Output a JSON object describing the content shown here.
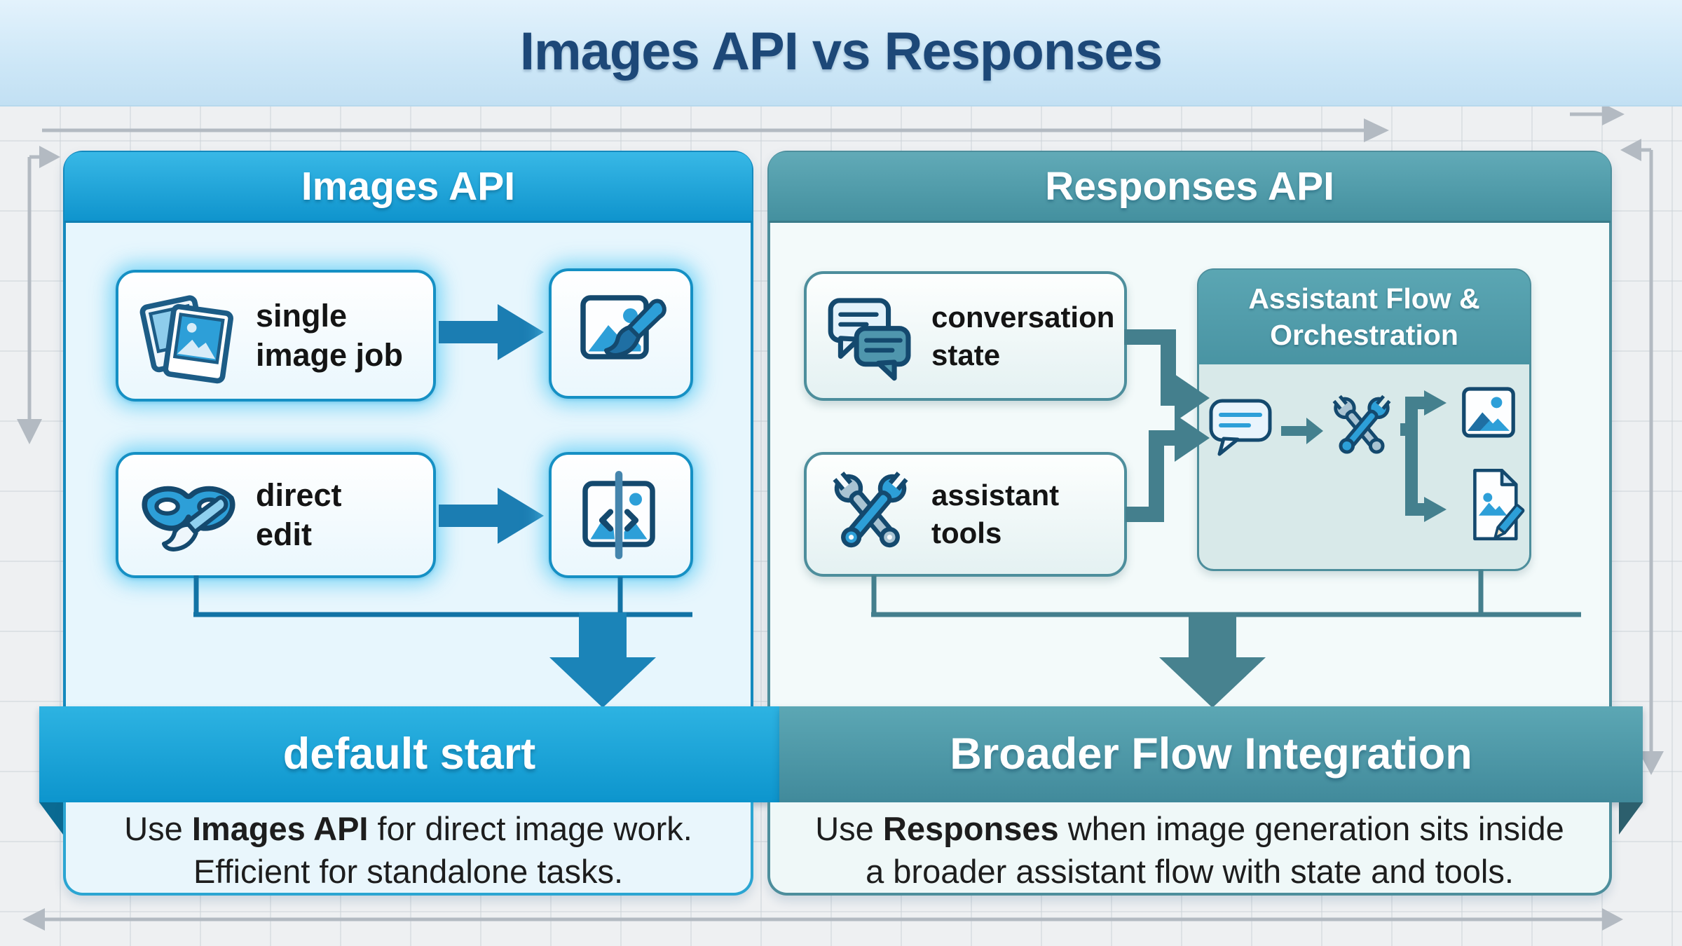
{
  "title": "Images API vs Responses",
  "colors": {
    "title_text": "#1d4878",
    "title_bg": "#cde7f7",
    "left_accent": "#1489be",
    "left_header": "#18a2d7",
    "left_banner": "#14a0d6",
    "right_accent": "#4d8e9c",
    "right_header": "#4f99a8",
    "right_banner": "#4d96a5",
    "bg_arrow": "#b3bac2",
    "box_text": "#141414"
  },
  "left_panel": {
    "header": "Images API",
    "rows": [
      {
        "icon": "polaroid-photos-icon",
        "label_line1": "single",
        "label_line2": "image job",
        "output_icon": "image-paintbrush-icon"
      },
      {
        "icon": "mask-paintbrush-icon",
        "label_line1": "direct",
        "label_line2": "edit",
        "output_icon": "split-image-icon"
      }
    ],
    "banner": "default start",
    "footer": {
      "pre": "Use ",
      "bold": "Images API",
      "post": " for direct image work.",
      "line2": "Efficient for standalone tasks."
    }
  },
  "right_panel": {
    "header": "Responses API",
    "inputs": [
      {
        "icon": "chat-bubbles-icon",
        "label_line1": "conversation",
        "label_line2": "state"
      },
      {
        "icon": "crossed-wrenches-icon",
        "label_line1": "assistant",
        "label_line2": "tools"
      }
    ],
    "orchestration": {
      "title_line1": "Assistant Flow &",
      "title_line2": "Orchestration",
      "flow_icons": [
        "speech-bubble-icon",
        "crossed-wrenches-icon",
        "image-output-icon",
        "image-document-pencil-icon"
      ]
    },
    "banner": "Broader Flow Integration",
    "footer": {
      "pre": "Use ",
      "bold": "Responses",
      "post": " when image generation sits inside",
      "line2": "a broader assistant flow with state and tools."
    }
  }
}
